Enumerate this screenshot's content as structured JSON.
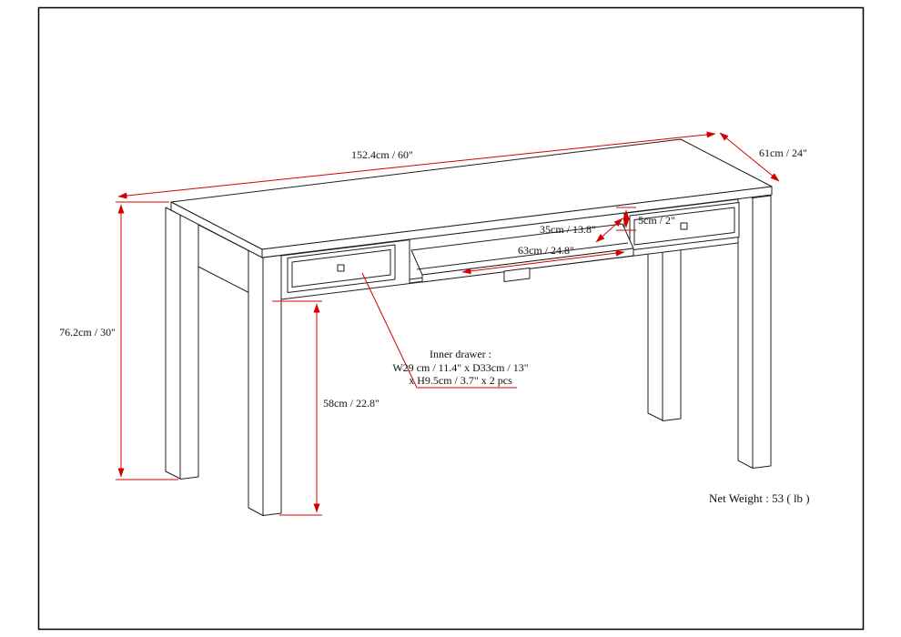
{
  "sheet": {
    "background": "#ffffff",
    "border_color": "#000000"
  },
  "drawing": {
    "line_color": "#1f1f1f",
    "dimension_color": "#d40000"
  },
  "dimensions": {
    "top_width": "152.4cm / 60\"",
    "top_depth": "61cm / 24\"",
    "overall_height": "76.2cm / 30\"",
    "clearance_height": "58cm / 22.8\"",
    "tray_depth": "35cm / 13.8\"",
    "tray_clearance": "5cm / 2\"",
    "tray_width": "63cm / 24.8\""
  },
  "callouts": {
    "inner_drawer_title": "Inner drawer :",
    "inner_drawer_size1": "W29 cm / 11.4\" x D33cm / 13\"",
    "inner_drawer_size2": "x H9.5cm / 3.7\" x 2 pcs",
    "net_weight": "Net Weight : 53 ( lb )"
  }
}
